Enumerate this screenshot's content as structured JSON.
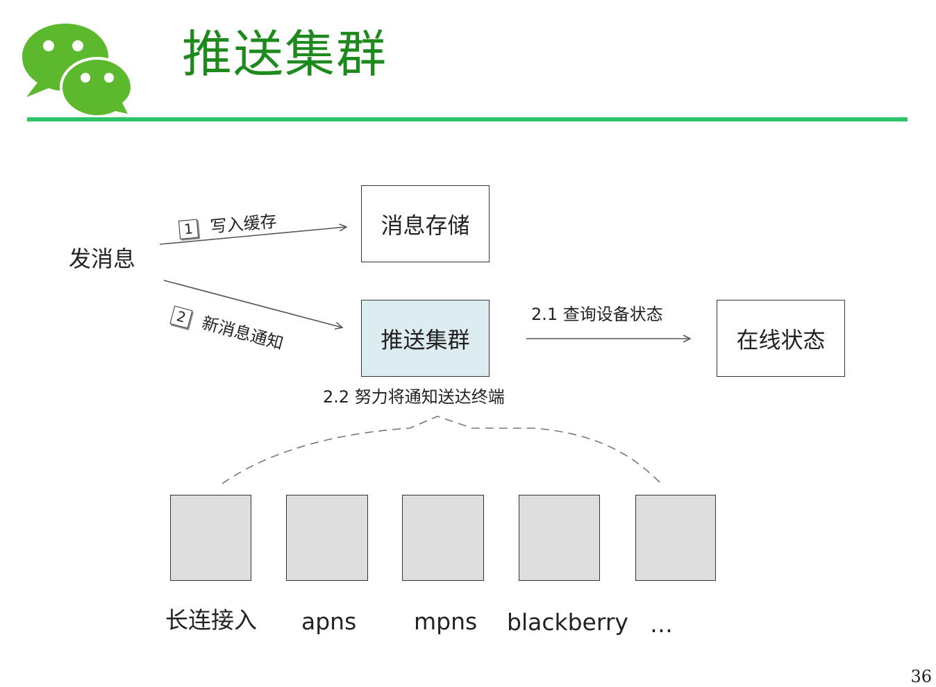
{
  "slide": {
    "title": "推送集群",
    "page_number": "36",
    "logo_icon": "wechat-logo-icon",
    "accent_color": "#2ec46a",
    "title_color": "#1e8a1e"
  },
  "diagram": {
    "source": "发消息",
    "steps": [
      {
        "badge": "1",
        "label": "写入缓存"
      },
      {
        "badge": "2",
        "label": "新消息通知"
      }
    ],
    "nodes": {
      "storage": "消息存储",
      "push_cluster": "推送集群",
      "online_status": "在线状态"
    },
    "edges": {
      "query": "2.1 查询设备状态",
      "deliver": "2.2 努力将通知送达终端"
    },
    "endpoints": [
      "长连接入",
      "apns",
      "mpns",
      "blackberry",
      "…"
    ],
    "highlight_color": "#dcecf0",
    "endpoint_fill": "#dedede"
  }
}
